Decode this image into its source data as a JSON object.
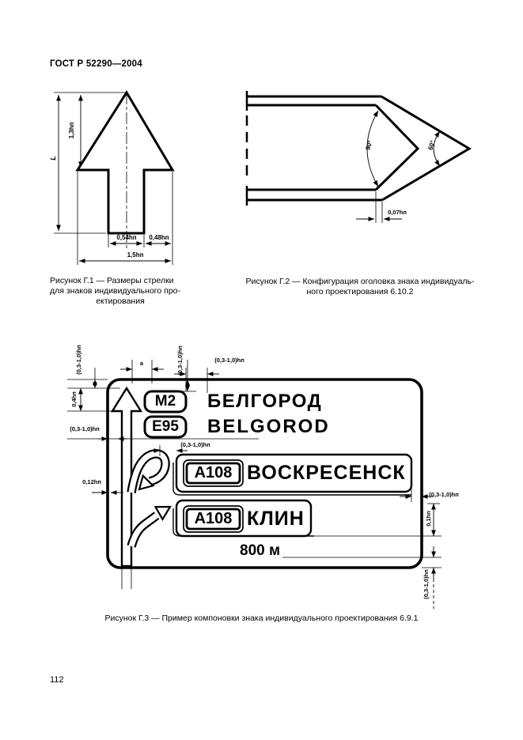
{
  "page": {
    "header": "ГОСТ Р 52290—2004",
    "page_number": "112"
  },
  "fig1": {
    "caption": [
      "Рисунок Г.1 — Размеры стрелки",
      "для знаков индивидуального про-",
      "ектирования"
    ],
    "dims": {
      "total_height": "L",
      "head_height": "1,3hп",
      "shaft_width": "0,54hп",
      "head_side": "0,48hп",
      "head_width": "1,5hп"
    }
  },
  "fig2": {
    "caption": [
      "Рисунок Г.2 — Конфигурация оголовка  знака  индивидуаль-",
      "ного проектирования 6.10.2"
    ],
    "dims": {
      "angle_inner": "90°",
      "angle_tip": "60°",
      "edge_offset": "0,07hп"
    }
  },
  "fig3": {
    "caption": "Рисунок Г.3 — Пример компоновки знака индивидуального проектирования 6.9.1",
    "sign": {
      "route_m2": "М2",
      "city_ru": "БЕЛГОРОД",
      "route_e95": "Е95",
      "city_en": "BELGOROD",
      "route_a108_1": "А108",
      "city2": "ВОСКРЕСЕНСК",
      "route_a108_2": "А108",
      "city3": "КЛИН",
      "distance": "800 м"
    },
    "dims": {
      "top_left": "(0,3-1,0)hп",
      "gap_a": "a",
      "top_mid": "(0,3-1,0)hп",
      "top_right": "(0,3-1,0)hп",
      "arrow_head": "0,4hп",
      "left_gap": "(0,3-1,0)hп",
      "border_width": "0,12hп",
      "row_gap": "(0,3-1,0)hп",
      "right_gap": "(0,3-1,0)hп",
      "line_offset": "0,1hп",
      "bottom_gap": "(0,3-1,0)hп"
    }
  }
}
